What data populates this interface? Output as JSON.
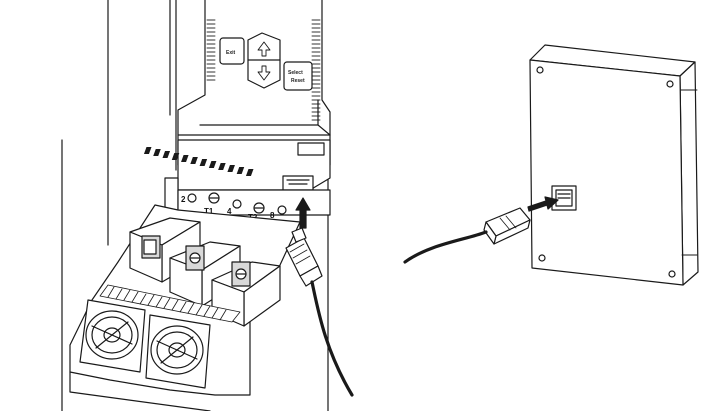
{
  "keypad": {
    "left_key": "Exit",
    "right_key_line1": "Select",
    "right_key_line2": "Reset",
    "up_arrow_icon": "arrow-up-icon",
    "down_arrow_icon": "arrow-down-icon"
  },
  "terminals": {
    "label_1": "2",
    "label_2": "T1",
    "label_3": "4",
    "label_4": "T2",
    "label_5": "8"
  },
  "icons": {
    "insert_arrow_left": "arrow-up-icon",
    "insert_arrow_right": "arrow-right-icon",
    "fan": "fan-icon",
    "connector": "rj45-connector-icon"
  },
  "colors": {
    "line": "#1a1a1a",
    "fill": "#ffffff",
    "shade": "#d9d9d9",
    "dark": "#555555"
  }
}
